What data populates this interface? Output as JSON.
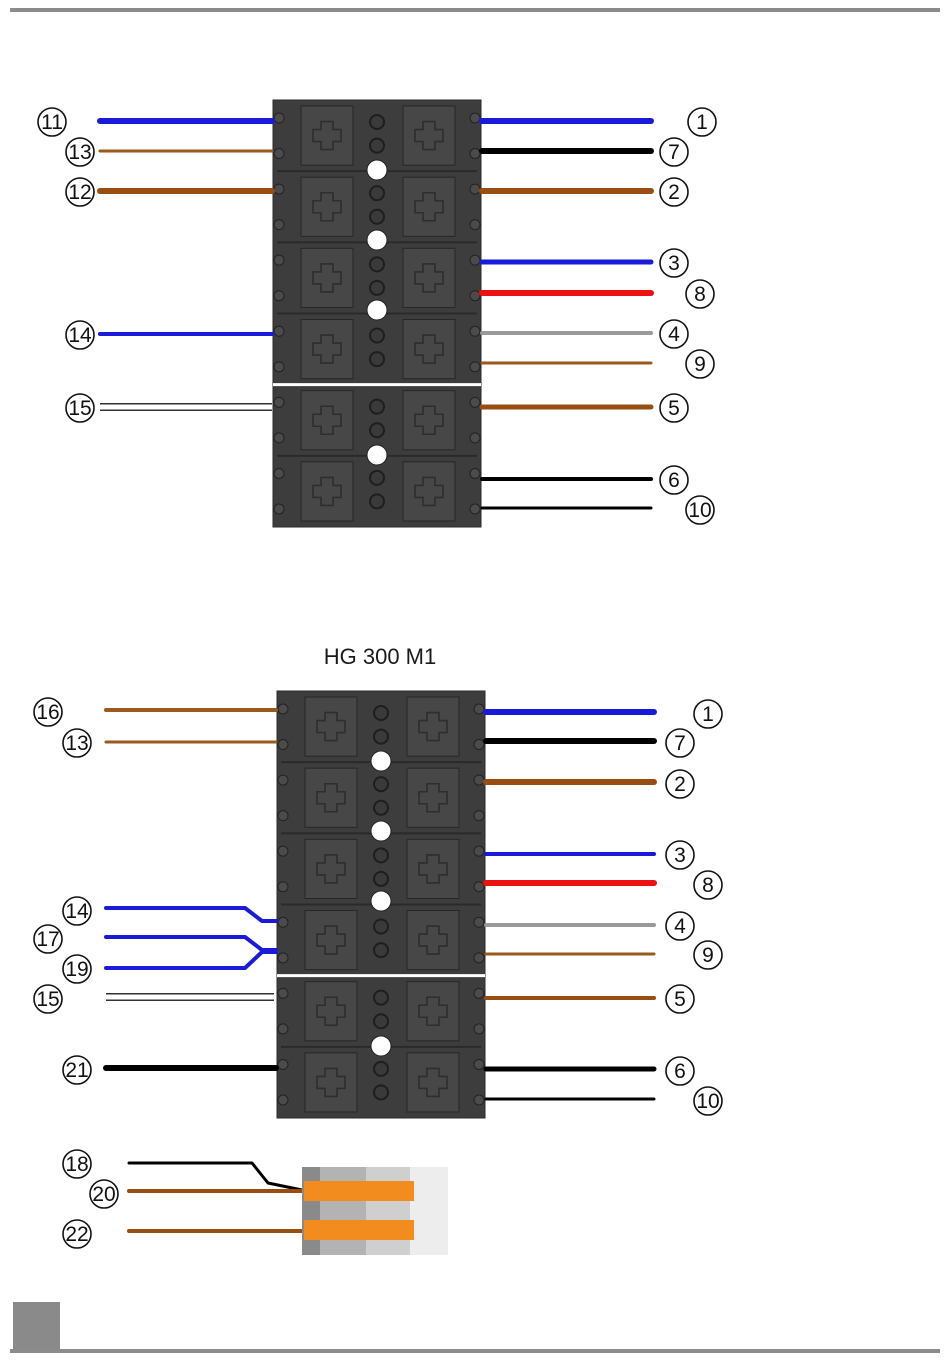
{
  "diagram_1": {
    "terminals_left": [
      {
        "number": "11",
        "wire_color": "#1a1adb"
      },
      {
        "number": "13",
        "wire_color": "#9a5a1e"
      },
      {
        "number": "12",
        "wire_color": "#9a4d10"
      },
      {
        "number": "14",
        "wire_color": "#1a1adb"
      },
      {
        "number": "15",
        "wire_color": "#ffffff"
      }
    ],
    "terminals_right": [
      {
        "number": "1",
        "wire_color": "#1a1adb"
      },
      {
        "number": "7",
        "wire_color": "#000000"
      },
      {
        "number": "2",
        "wire_color": "#9a4d10"
      },
      {
        "number": "3",
        "wire_color": "#1a1adb"
      },
      {
        "number": "8",
        "wire_color": "#ee1111"
      },
      {
        "number": "4",
        "wire_color": "#9a9a9a"
      },
      {
        "number": "9",
        "wire_color": "#9a5a1e"
      },
      {
        "number": "5",
        "wire_color": "#9a4d10"
      },
      {
        "number": "6",
        "wire_color": "#000000"
      },
      {
        "number": "10",
        "wire_color": "#000000"
      }
    ]
  },
  "diagram_2": {
    "title": "HG 300 M1",
    "terminals_left": [
      {
        "number": "16",
        "wire_color": "#9a5a1e"
      },
      {
        "number": "13",
        "wire_color": "#9a5a1e"
      },
      {
        "number": "14",
        "wire_color": "#1a1adb"
      },
      {
        "number": "17",
        "wire_color": "#1a1adb"
      },
      {
        "number": "19",
        "wire_color": "#1a1adb"
      },
      {
        "number": "15",
        "wire_color": "#ffffff"
      },
      {
        "number": "21",
        "wire_color": "#000000"
      }
    ],
    "terminals_right": [
      {
        "number": "1",
        "wire_color": "#1a1adb"
      },
      {
        "number": "7",
        "wire_color": "#000000"
      },
      {
        "number": "2",
        "wire_color": "#9a4d10"
      },
      {
        "number": "3",
        "wire_color": "#1a1adb"
      },
      {
        "number": "8",
        "wire_color": "#ee1111"
      },
      {
        "number": "4",
        "wire_color": "#9a9a9a"
      },
      {
        "number": "9",
        "wire_color": "#9a5a1e"
      },
      {
        "number": "5",
        "wire_color": "#9a4d10"
      },
      {
        "number": "6",
        "wire_color": "#000000"
      },
      {
        "number": "10",
        "wire_color": "#000000"
      }
    ],
    "connector_wires": [
      {
        "number": "18",
        "wire_color": "#000000"
      },
      {
        "number": "20",
        "wire_color": "#9a4d10"
      },
      {
        "number": "22",
        "wire_color": "#9a4d10"
      }
    ]
  },
  "colors": {
    "terminal_block": "#3d3d3d",
    "connector_clip": "#f28c1e",
    "rule": "#8c8c8c",
    "page_marker": "#8a8a8a"
  }
}
